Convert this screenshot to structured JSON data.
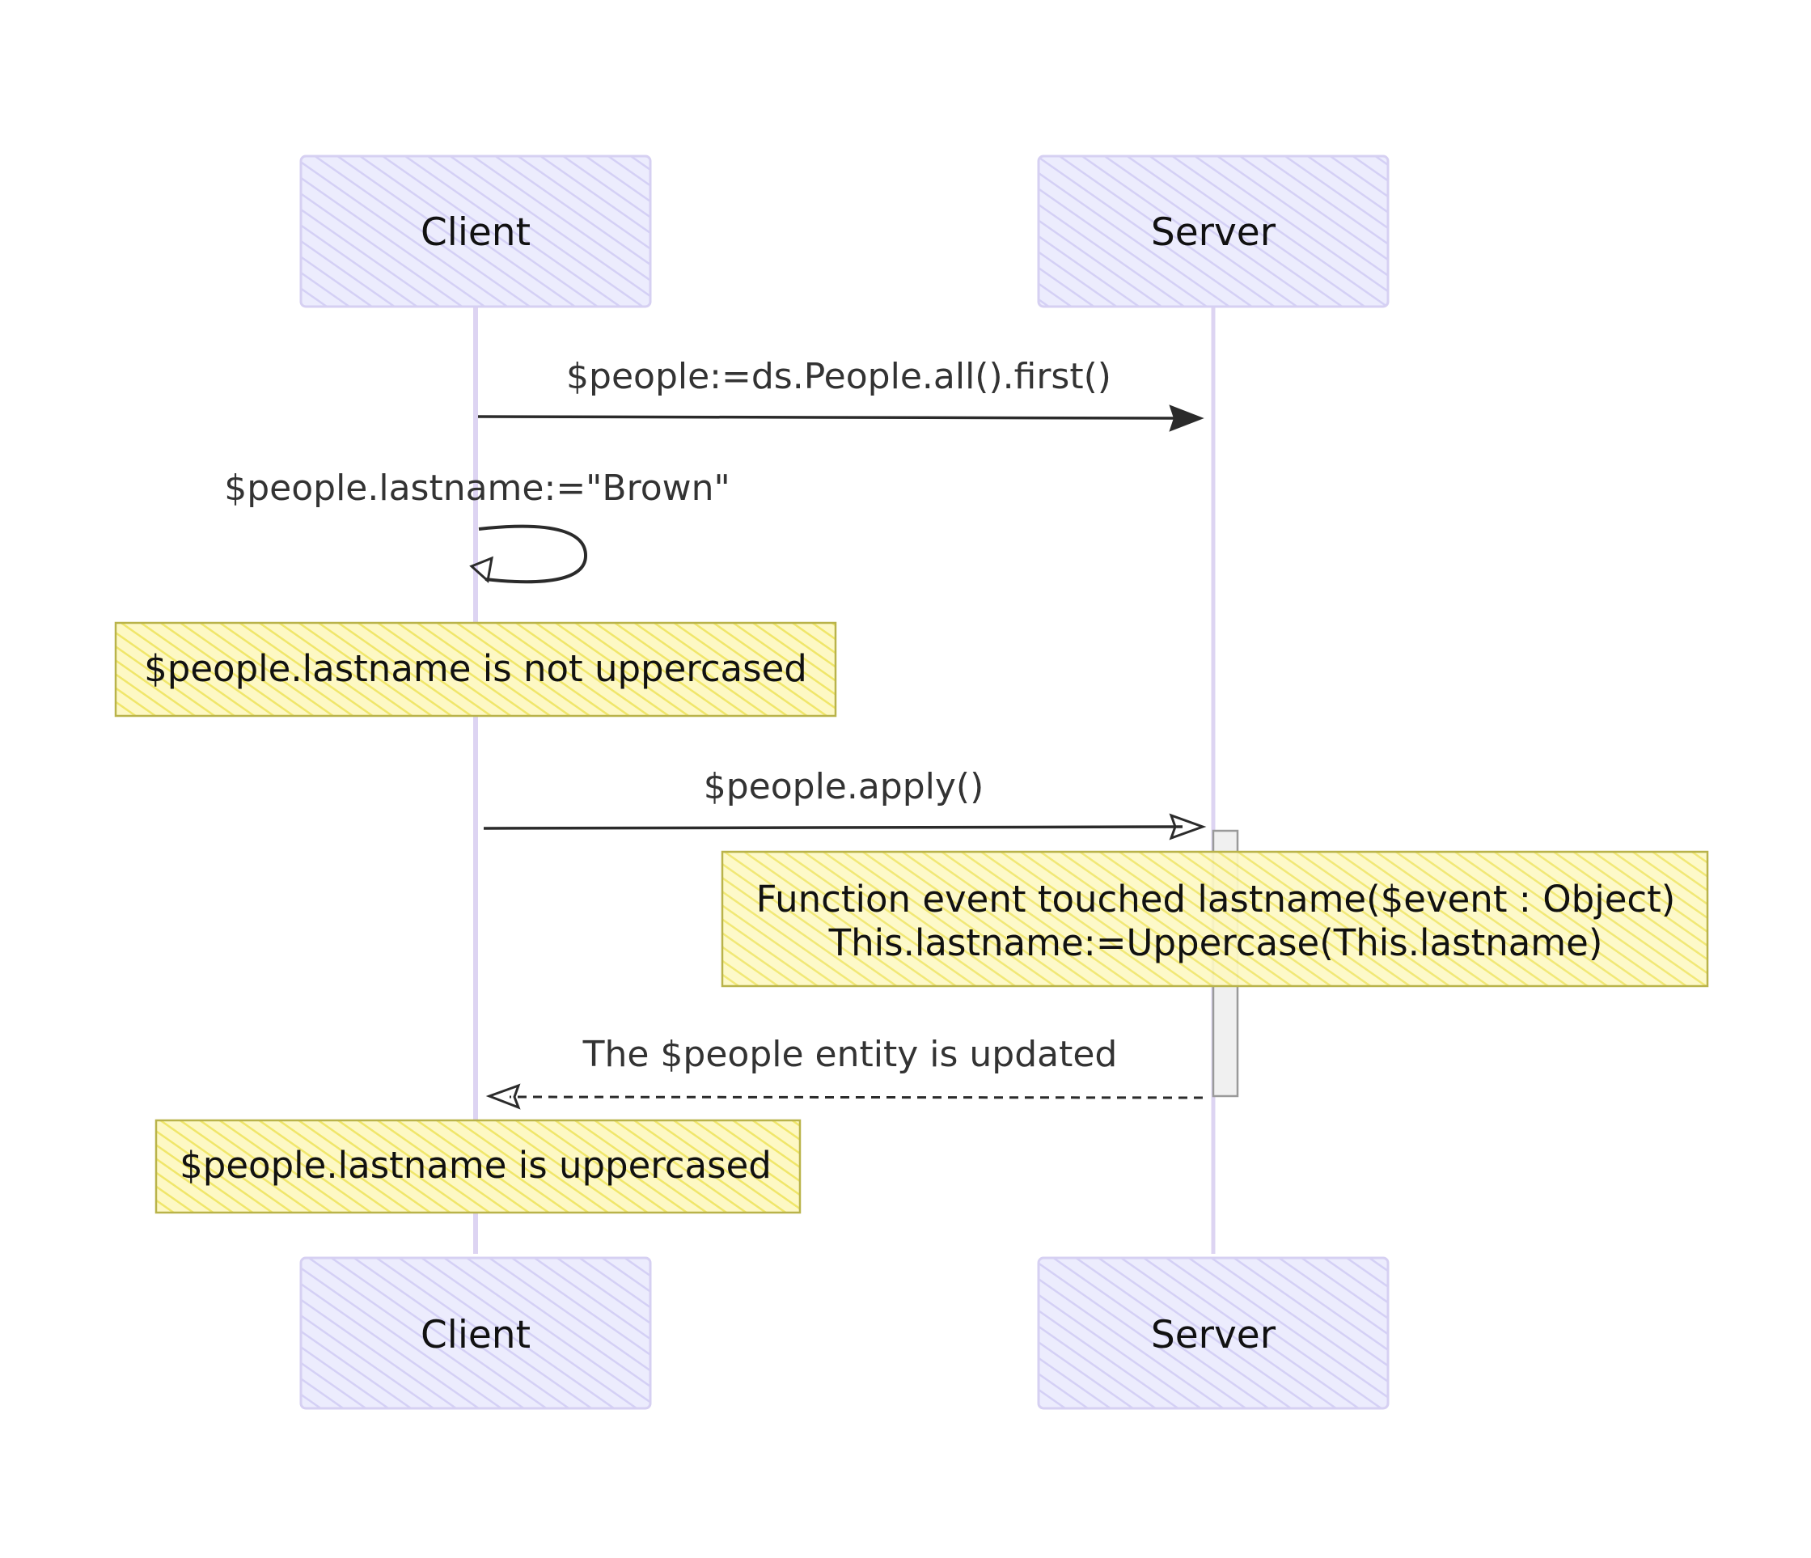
{
  "actors": [
    {
      "id": "client",
      "label": "Client"
    },
    {
      "id": "server",
      "label": "Server"
    }
  ],
  "messages": [
    {
      "from": "client",
      "to": "server",
      "label": "$people:=ds.People.all().first()",
      "style": "solid"
    },
    {
      "from": "client",
      "to": "client",
      "label": "$people.lastname:=\"Brown\"",
      "style": "self"
    },
    {
      "from": "client",
      "to": "server",
      "label": "$people.apply()",
      "style": "solid"
    },
    {
      "from": "server",
      "to": "client",
      "label": "The $people entity is updated",
      "style": "dashed"
    }
  ],
  "notes": [
    {
      "text": "$people.lastname is not uppercased"
    },
    {
      "lines": [
        "Function event touched lastname($event : Object)",
        "This.lastname:=Uppercase(This.lastname)"
      ]
    },
    {
      "text": "$people.lastname is uppercased"
    }
  ],
  "colors": {
    "actor_fill": "#ececfd",
    "actor_hatch": "#d4d0f5",
    "actor_stroke": "#d6d0f2",
    "lifeline": "#ddd4f2",
    "note_fill": "#fdf8c4",
    "note_hatch": "#f0e66a",
    "note_stroke": "#b9b34a",
    "arrow": "#2b2b2b",
    "activation_fill": "#f0f0f0",
    "activation_stroke": "#9a9a9a"
  }
}
